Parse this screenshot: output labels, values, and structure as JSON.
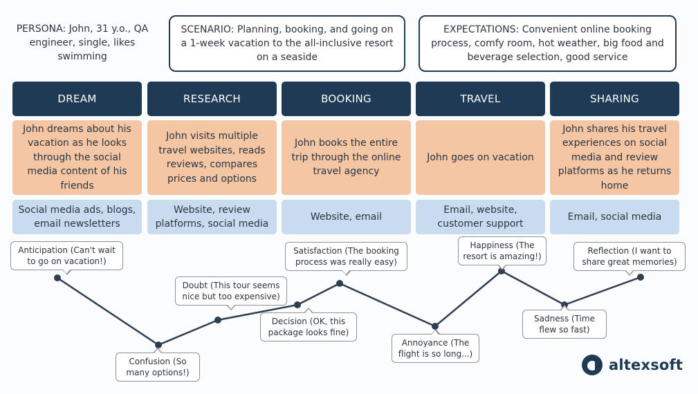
{
  "persona": "PERSONA: John, 31 y.o., QA engineer, single, likes swimming",
  "scenario": "SCENARIO: Planning, booking, and going on a 1-week vacation to the all-inclusive resort on a seaside",
  "expectations": "EXPECTATIONS: Convenient online booking process, comfy room, hot weather, big food and beverage selection, good service",
  "stages": [
    {
      "name": "DREAM",
      "description": "John dreams about his vacation as he looks through the social media content of his friends",
      "channels": "Social media ads, blogs, email newsletters"
    },
    {
      "name": "RESEARCH",
      "description": "John visits multiple travel websites, reads reviews, compares prices and options",
      "channels": "Website, review platforms, social media"
    },
    {
      "name": "BOOKING",
      "description": "John books the entire trip through the online travel agency",
      "channels": "Website, email"
    },
    {
      "name": "TRAVEL",
      "description": "John goes on vacation",
      "channels": "Email, website, customer support"
    },
    {
      "name": "SHARING",
      "description": "John shares his travel experiences on social media and review platforms as he returns home",
      "channels": "Email, social media"
    }
  ],
  "emotions": [
    {
      "label": "Anticipation (Can't wait to go on vacation!)"
    },
    {
      "label": "Confusion (So many options!)"
    },
    {
      "label": "Doubt (This tour seems nice but too expensive)"
    },
    {
      "label": "Decision (OK, this package looks fine)"
    },
    {
      "label": "Satisfaction (The booking process was really easy)"
    },
    {
      "label": "Annoyance (The flight is so long...)"
    },
    {
      "label": "Happiness (The resort is amazing!)"
    },
    {
      "label": "Sadness (Time flew so fast)"
    },
    {
      "label": "Reflection (I want to share great memories)"
    }
  ],
  "colors": {
    "header": "#1f3a55",
    "description": "#f4c6a4",
    "channel": "#c8dbef",
    "line": "#2c3e50"
  },
  "logo": {
    "text": "altexsoft",
    "icon": "altexsoft-logo-icon"
  }
}
